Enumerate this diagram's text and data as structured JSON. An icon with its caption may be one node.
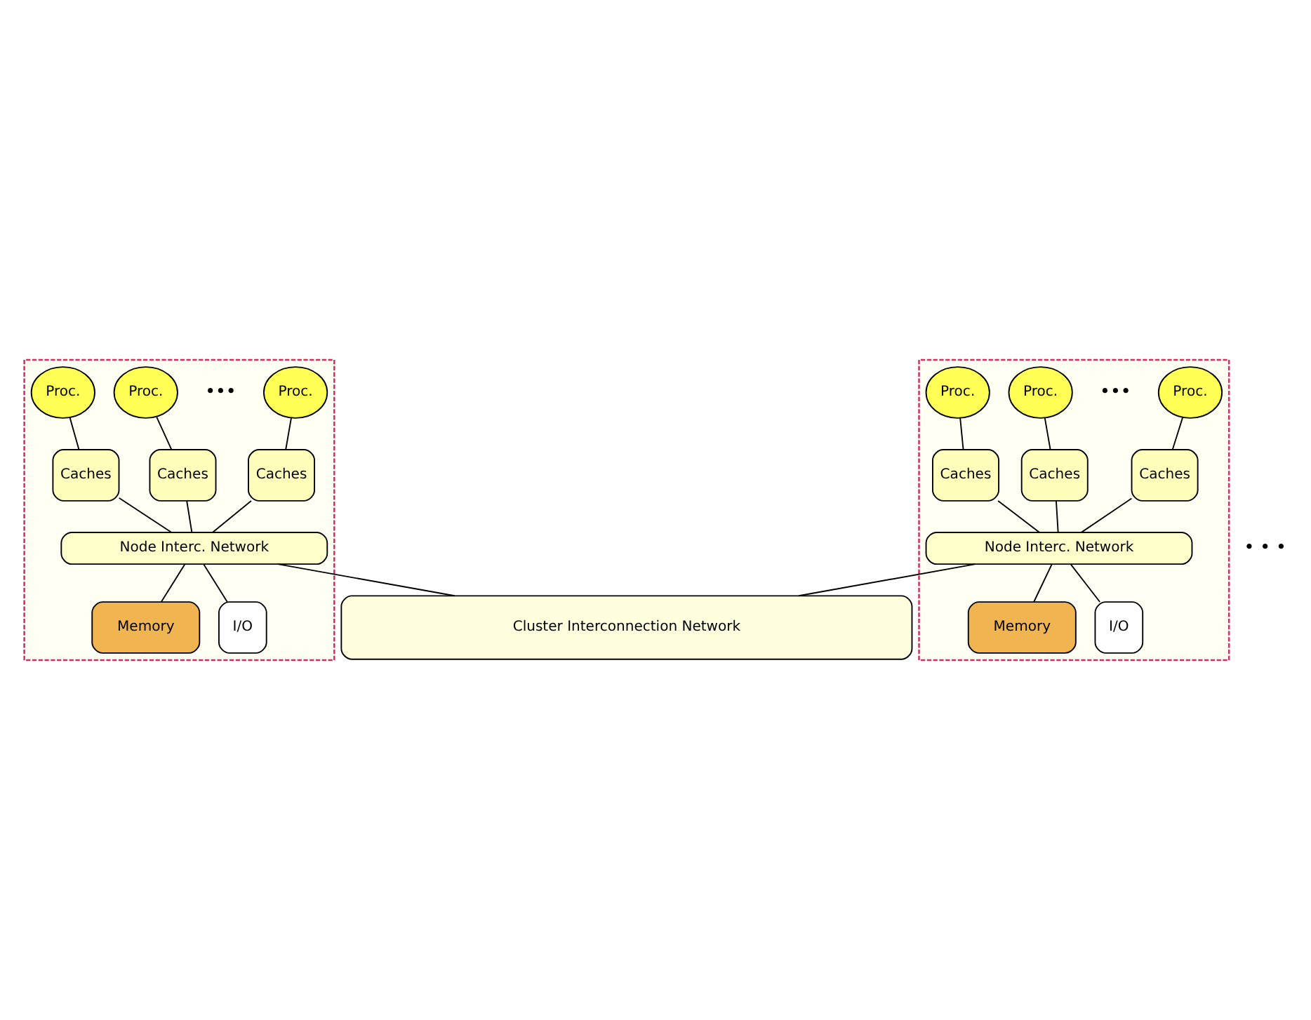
{
  "diagram": {
    "nodes": [
      {
        "text": [],
        "shape": "box"
      },
      {
        "text": [
          "Proc."
        ],
        "in": 0
      },
      {
        "text": [
          "Proc."
        ],
        "in": 0
      },
      {
        "text": [
          "Proc."
        ],
        "in": 0
      },
      {
        "text": [
          "Caches"
        ],
        "in": 0
      },
      {
        "text": [
          "Caches"
        ],
        "in": 0
      },
      {
        "text": [
          "Caches"
        ],
        "in": 0
      },
      {
        "text": [
          "Node Interc. Network"
        ],
        "in": 0
      },
      {
        "text": [
          "Memory"
        ],
        "in": 0
      },
      {
        "text": [
          "I/O"
        ],
        "in": 0
      },
      {
        "text": [],
        "shape": "box"
      },
      {
        "text": [
          "Proc."
        ],
        "in": 10
      },
      {
        "text": [
          "Proc."
        ],
        "in": 10
      },
      {
        "text": [
          "Proc."
        ],
        "in": 10
      },
      {
        "text": [
          "Caches"
        ],
        "in": 10
      },
      {
        "text": [
          "Caches"
        ],
        "in": 10
      },
      {
        "text": [
          "Caches"
        ],
        "in": 10
      },
      {
        "text": [
          "Node Interc. Network"
        ],
        "in": 10
      },
      {
        "text": [
          "Memory"
        ],
        "in": 10
      },
      {
        "text": [
          "I/O"
        ],
        "in": 10
      },
      {
        "text": [
          "Cluster Interconnection Network"
        ]
      }
    ],
    "edges": [
      {
        "from": 1,
        "to": 4,
        "arrow": "none"
      },
      {
        "from": 2,
        "to": 5,
        "arrow": "none"
      },
      {
        "from": 3,
        "to": 6,
        "arrow": "none"
      },
      {
        "from": 4,
        "to": 7,
        "arrow": "none"
      },
      {
        "from": 5,
        "to": 7,
        "arrow": "none"
      },
      {
        "from": 6,
        "to": 7,
        "arrow": "none"
      },
      {
        "from": 7,
        "to": 8,
        "arrow": "none"
      },
      {
        "from": 7,
        "to": 9,
        "arrow": "none"
      },
      {
        "from": 7,
        "to": 20,
        "arrow": "none"
      },
      {
        "from": 11,
        "to": 14,
        "arrow": "none"
      },
      {
        "from": 12,
        "to": 15,
        "arrow": "none"
      },
      {
        "from": 13,
        "to": 16,
        "arrow": "none"
      },
      {
        "from": 14,
        "to": 17,
        "arrow": "none"
      },
      {
        "from": 15,
        "to": 17,
        "arrow": "none"
      },
      {
        "from": 16,
        "to": 17,
        "arrow": "none"
      },
      {
        "from": 17,
        "to": 18,
        "arrow": "none"
      },
      {
        "from": 17,
        "to": 19,
        "arrow": "none"
      },
      {
        "from": 17,
        "to": 20,
        "arrow": "none"
      }
    ],
    "labels": [
      "•••",
      "• • •",
      "•••"
    ]
  }
}
